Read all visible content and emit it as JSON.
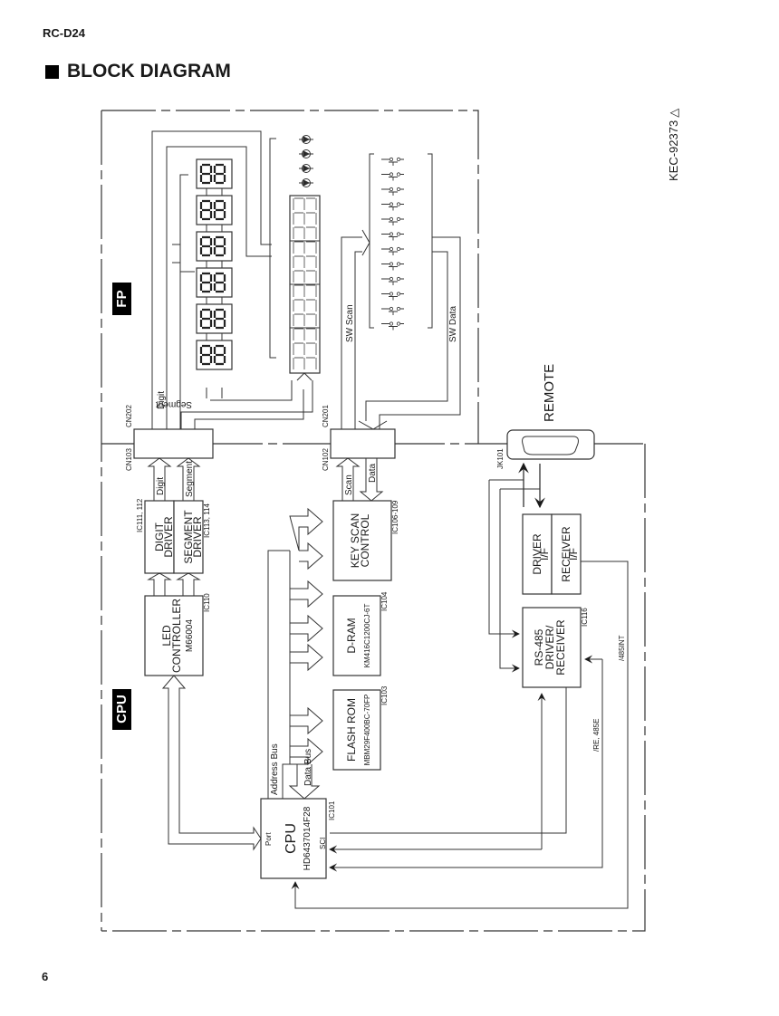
{
  "header": {
    "model": "RC-D24",
    "section_title": "BLOCK DIAGRAM",
    "doc_code": "KEC-92373",
    "doc_code_symbol": "△"
  },
  "footer": {
    "page_number": "6"
  },
  "sections": {
    "fp": "FP",
    "cpu": "CPU"
  },
  "connectors": {
    "cn202": "CN202",
    "cn103": "CN103",
    "cn201": "CN201",
    "cn102": "CN102",
    "jk101": "JK101",
    "remote": "REMOTE"
  },
  "signals": {
    "digit": "Digit",
    "segment": "Segment",
    "sw_scan": "SW Scan",
    "sw_data": "SW Data",
    "scan": "Scan",
    "data": "Data",
    "address_bus": "Address Bus",
    "data_bus": "Data Bus",
    "int485": "/485INT",
    "re485e": "/RE, 485E",
    "port": "Port",
    "sci": "SCI"
  },
  "blocks": {
    "digit_driver": {
      "line1": "DIGIT",
      "line2": "DRIVER",
      "ic": "IC111, 112"
    },
    "segment_driver": {
      "line1": "SEGMENT",
      "line2": "DRIVER",
      "ic": "IC113, 114"
    },
    "led_controller": {
      "line1": "LED",
      "line2": "CONTROLLER",
      "part": "M66004",
      "ic": "IC110"
    },
    "key_scan": {
      "line1": "KEY SCAN",
      "line2": "CONTROL",
      "ic": "IC106-109"
    },
    "dram": {
      "line1": "D-RAM",
      "part": "KM416C1200CJ-6T",
      "ic": "IC104"
    },
    "flash": {
      "line1": "FLASH ROM",
      "part": "MBM29F400BC-70FP",
      "ic": "IC103"
    },
    "cpu": {
      "line1": "CPU",
      "part": "HD6437014F28",
      "ic": "IC101"
    },
    "driver_if": {
      "line1": "DRIVER",
      "line2": "I/F"
    },
    "receiver_if": {
      "line1": "RECEIVER",
      "line2": "I/F"
    },
    "rs485": {
      "line1": "RS-485",
      "line2": "DRIVER/",
      "line3": "RECEIVER",
      "ic": "IC116"
    }
  },
  "fp_components": {
    "seven_seg_displays": 6,
    "led_indicators": 4,
    "segment_columns": 12,
    "switches": 12
  }
}
